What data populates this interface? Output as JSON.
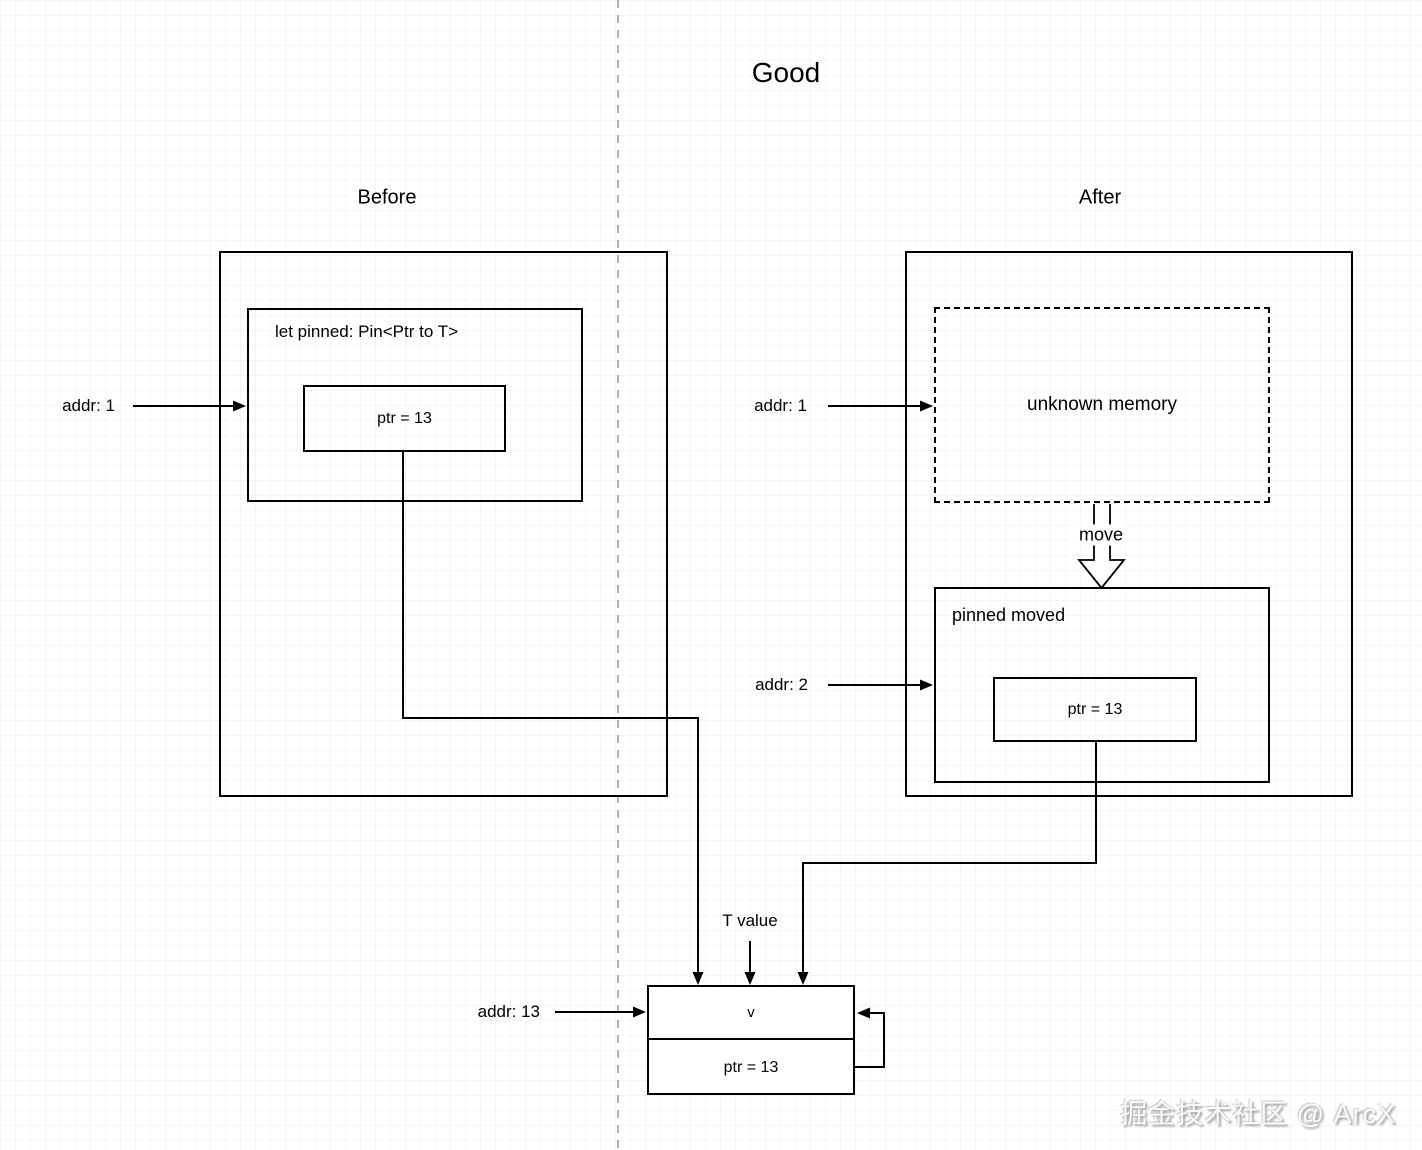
{
  "header": {
    "title": "Good"
  },
  "before": {
    "label": "Before",
    "box_label": "let pinned: Pin<Ptr to T>",
    "ptr_value": "ptr = 13",
    "addr": "addr: 1"
  },
  "after": {
    "label": "After",
    "unknown_memory": "unknown memory",
    "move": "move",
    "pinned_moved": "pinned moved",
    "ptr_value": "ptr = 13",
    "addr_unknown": "addr: 1",
    "addr_pinned": "addr: 2"
  },
  "value_box": {
    "addr": "addr: 13",
    "t_value": "T value",
    "v": "v",
    "ptr_value": "ptr = 13"
  },
  "watermark": {
    "text": "掘金技术社区 @ ArcX"
  },
  "colors": {
    "stroke": "#000000",
    "divider": "#b3b3b3",
    "grid_minor": "#f5f5f5",
    "grid_major": "#e4e4e4",
    "background": "#ffffff"
  }
}
